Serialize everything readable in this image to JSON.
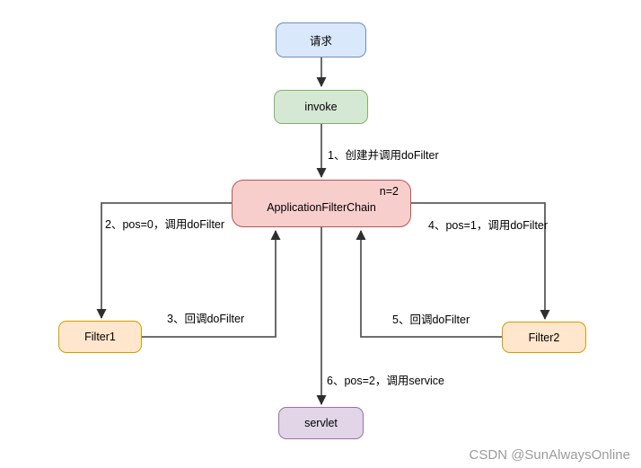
{
  "title": "ApplicationFilterChain doFilter flow diagram",
  "nodes": {
    "request": {
      "label": "请求",
      "fill": "#dae8fc",
      "stroke": "#6c8ebf"
    },
    "invoke": {
      "label": "invoke",
      "fill": "#d5e8d4",
      "stroke": "#82b366"
    },
    "chain": {
      "label": "ApplicationFilterChain",
      "badge": "n=2",
      "fill": "#f8cecc",
      "stroke": "#b85450"
    },
    "filter1": {
      "label": "Filter1",
      "fill": "#ffe6cc",
      "stroke": "#d79b00"
    },
    "filter2": {
      "label": "Filter2",
      "fill": "#ffe6cc",
      "stroke": "#d79b00"
    },
    "servlet": {
      "label": "servlet",
      "fill": "#e1d5e7",
      "stroke": "#9673a6"
    }
  },
  "edges": {
    "e1": {
      "label": "1、创建并调用doFilter"
    },
    "e2": {
      "label": "2、pos=0，调用doFilter"
    },
    "e3": {
      "label": "3、回调doFilter"
    },
    "e4": {
      "label": "4、pos=1，调用doFilter"
    },
    "e5": {
      "label": "5、回调doFilter"
    },
    "e6": {
      "label": "6、pos=2，调用service"
    }
  },
  "colors": {
    "connector": "#5b5b5b",
    "arrowhead": "#2e2e2e",
    "label_text": "#000000",
    "watermark_text": "#9b9b9b",
    "background": "#ffffff"
  },
  "watermark": "CSDN @SunAlwaysOnline"
}
